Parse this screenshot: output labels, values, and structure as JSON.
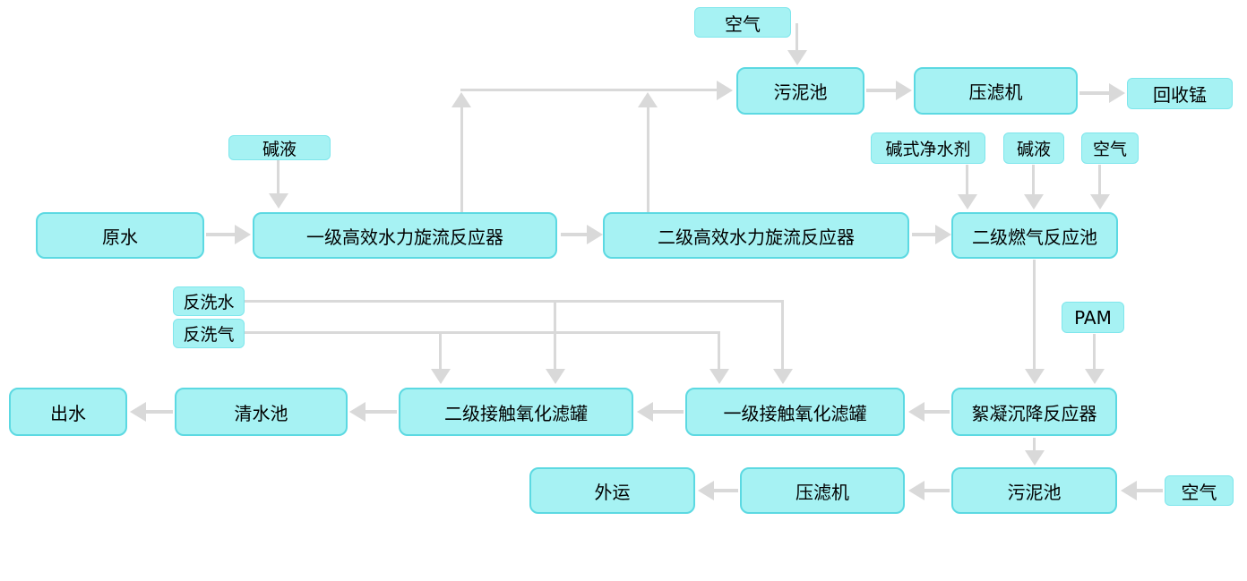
{
  "diagram": {
    "type": "process-flow-diagram",
    "language": "zh-CN",
    "colors": {
      "node_fill": "#a6f2f3",
      "node_border": "#5cd9e2",
      "connector": "#d9d9d9",
      "text": "#000000",
      "background": "#ffffff"
    },
    "nodes": {
      "kongqi_top": {
        "label": "空气"
      },
      "wunichi_top": {
        "label": "污泥池"
      },
      "yalvji_top": {
        "label": "压滤机"
      },
      "huishoumeng": {
        "label": "回收锰"
      },
      "jianye_left": {
        "label": "碱液"
      },
      "jianshijingshuiji": {
        "label": "碱式净水剂"
      },
      "jianye_right": {
        "label": "碱液"
      },
      "kongqi_right": {
        "label": "空气"
      },
      "yuanshui": {
        "label": "原水"
      },
      "yiji_xuanliu": {
        "label": "一级高效水力旋流反应器"
      },
      "erji_xuanliu": {
        "label": "二级高效水力旋流反应器"
      },
      "erji_ranqi": {
        "label": "二级燃气反应池"
      },
      "fanxishui": {
        "label": "反洗水"
      },
      "fanxiqi": {
        "label": "反洗气"
      },
      "pam": {
        "label": "PAM"
      },
      "chushui": {
        "label": "出水"
      },
      "qingshuichi": {
        "label": "清水池"
      },
      "erji_lvguan": {
        "label": "二级接触氧化滤罐"
      },
      "yiji_lvguan": {
        "label": "一级接触氧化滤罐"
      },
      "xuning": {
        "label": "絮凝沉降反应器"
      },
      "waiyun": {
        "label": "外运"
      },
      "yalvji_bottom": {
        "label": "压滤机"
      },
      "wunichi_bottom": {
        "label": "污泥池"
      },
      "kongqi_bottom": {
        "label": "空气"
      }
    },
    "edges": [
      {
        "from": "kongqi_top",
        "to": "wunichi_top"
      },
      {
        "from": "yiji_xuanliu",
        "to": "wunichi_top"
      },
      {
        "from": "erji_xuanliu",
        "to": "wunichi_top"
      },
      {
        "from": "wunichi_top",
        "to": "yalvji_top"
      },
      {
        "from": "yalvji_top",
        "to": "huishoumeng"
      },
      {
        "from": "jianye_left",
        "to": "yiji_xuanliu"
      },
      {
        "from": "yuanshui",
        "to": "yiji_xuanliu"
      },
      {
        "from": "yiji_xuanliu",
        "to": "erji_xuanliu"
      },
      {
        "from": "erji_xuanliu",
        "to": "erji_ranqi"
      },
      {
        "from": "jianshijingshuiji",
        "to": "erji_ranqi"
      },
      {
        "from": "jianye_right",
        "to": "erji_ranqi"
      },
      {
        "from": "kongqi_right",
        "to": "erji_ranqi"
      },
      {
        "from": "erji_ranqi",
        "to": "xuning"
      },
      {
        "from": "pam",
        "to": "xuning"
      },
      {
        "from": "fanxiqi",
        "to": "erji_lvguan"
      },
      {
        "from": "fanxishui",
        "to": "erji_lvguan"
      },
      {
        "from": "fanxiqi",
        "to": "yiji_lvguan"
      },
      {
        "from": "fanxishui",
        "to": "yiji_lvguan"
      },
      {
        "from": "xuning",
        "to": "yiji_lvguan"
      },
      {
        "from": "yiji_lvguan",
        "to": "erji_lvguan"
      },
      {
        "from": "erji_lvguan",
        "to": "qingshuichi"
      },
      {
        "from": "qingshuichi",
        "to": "chushui"
      },
      {
        "from": "xuning",
        "to": "wunichi_bottom"
      },
      {
        "from": "kongqi_bottom",
        "to": "wunichi_bottom"
      },
      {
        "from": "wunichi_bottom",
        "to": "yalvji_bottom"
      },
      {
        "from": "yalvji_bottom",
        "to": "waiyun"
      }
    ]
  }
}
